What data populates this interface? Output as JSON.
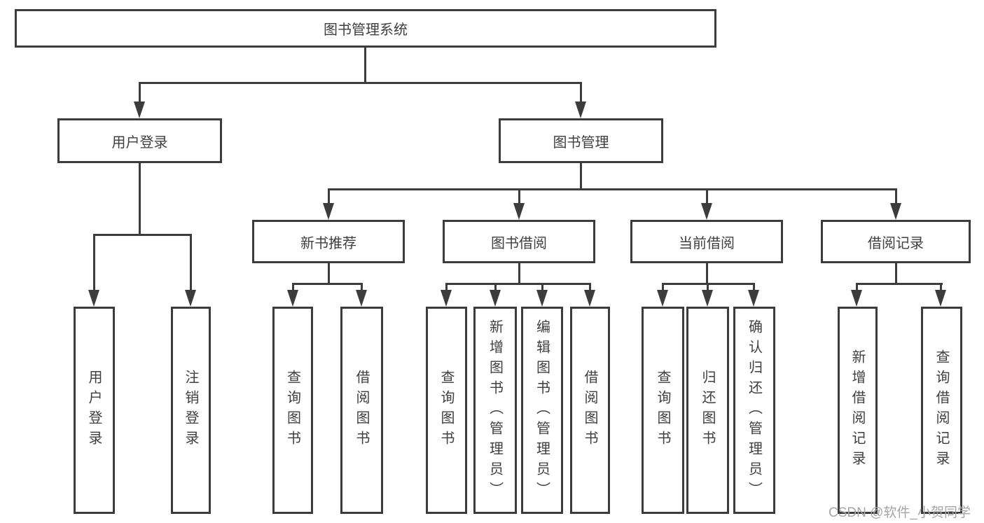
{
  "diagram": {
    "title": "图书管理系统",
    "watermark": "CSDN @软件_小贺同学",
    "colors": {
      "line": "#3c3c3c",
      "text": "#3f3f3f",
      "background": "#ffffff",
      "watermark": "#a5a5a5"
    },
    "nodes": {
      "root": {
        "label": "图书管理系统"
      },
      "user_login": {
        "label": "用户登录"
      },
      "book_mgmt": {
        "label": "图书管理"
      },
      "new_book_rec": {
        "label": "新书推荐"
      },
      "book_borrow": {
        "label": "图书借阅"
      },
      "current_borrow": {
        "label": "当前借阅"
      },
      "borrow_record": {
        "label": "借阅记录"
      },
      "leaf_user_login": {
        "label": "用户登录"
      },
      "leaf_logout": {
        "label": "注销登录"
      },
      "leaf_query_book_1": {
        "label": "查询图书"
      },
      "leaf_borrow_book_1": {
        "label": "借阅图书"
      },
      "leaf_query_book_2": {
        "label": "查询图书"
      },
      "leaf_add_book": {
        "label": "新增图书（管理员）"
      },
      "leaf_edit_book": {
        "label": "编辑图书（管理员）"
      },
      "leaf_borrow_book_2": {
        "label": "借阅图书"
      },
      "leaf_query_book_3": {
        "label": "查询图书"
      },
      "leaf_return_book": {
        "label": "归还图书"
      },
      "leaf_confirm_return": {
        "label": "确认归还（管理员）"
      },
      "leaf_add_record": {
        "label": "新增借阅记录"
      },
      "leaf_query_record": {
        "label": "查询借阅记录"
      }
    },
    "hierarchy": {
      "图书管理系统": {
        "用户登录": [
          "用户登录",
          "注销登录"
        ],
        "图书管理": {
          "新书推荐": [
            "查询图书",
            "借阅图书"
          ],
          "图书借阅": [
            "查询图书",
            "新增图书（管理员）",
            "编辑图书（管理员）",
            "借阅图书"
          ],
          "当前借阅": [
            "查询图书",
            "归还图书",
            "确认归还（管理员）"
          ],
          "借阅记录": [
            "新增借阅记录",
            "查询借阅记录"
          ]
        }
      }
    }
  }
}
